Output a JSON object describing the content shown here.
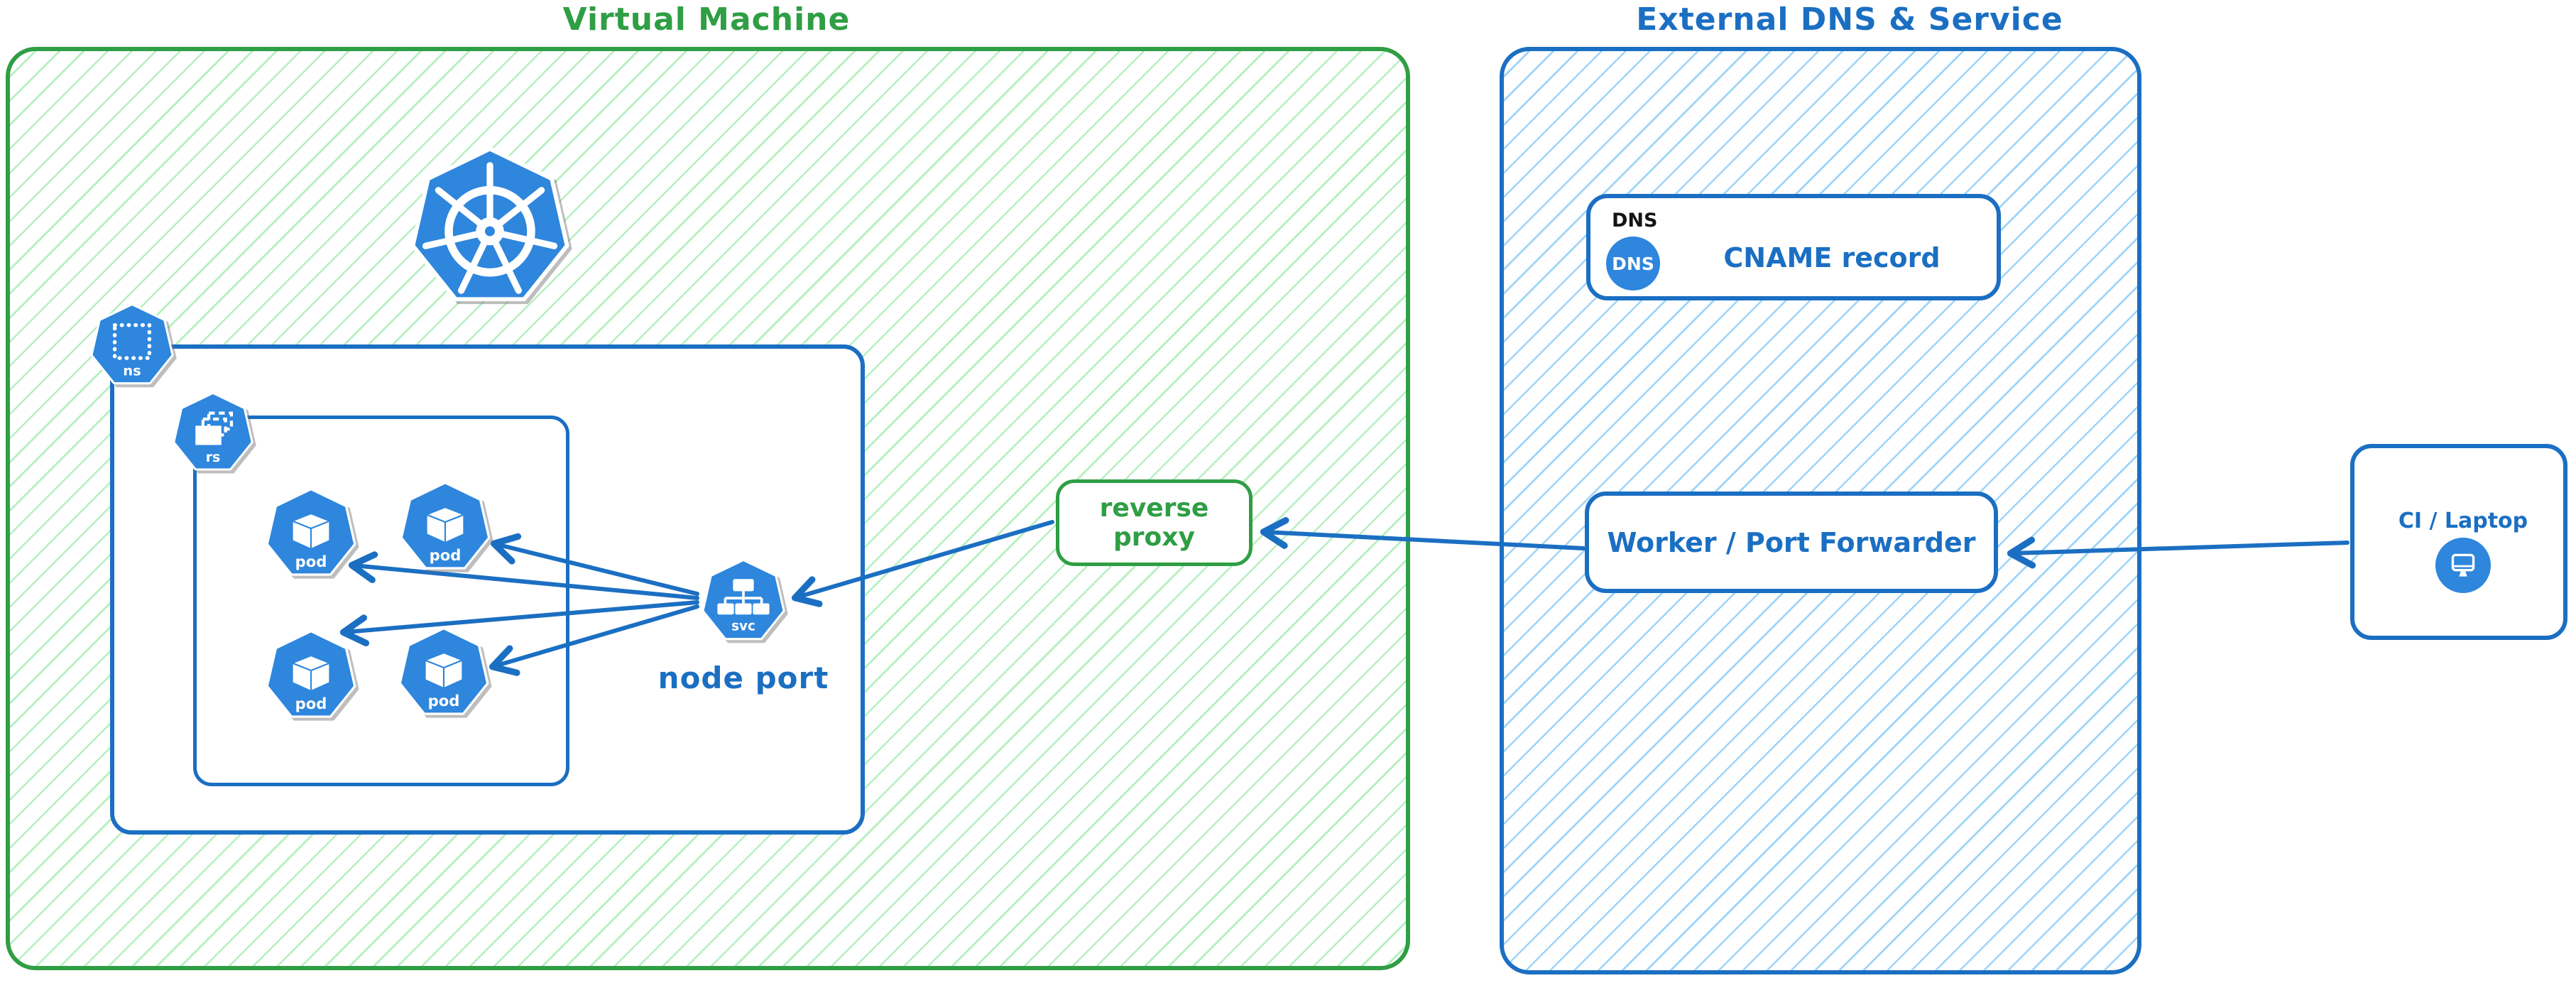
{
  "colors": {
    "green": "#2f9e44",
    "blue": "#1b6fc2",
    "icon_blue": "#2e86dd",
    "green_hatch": "#8de79d",
    "blue_hatch": "#86caf8"
  },
  "vm_container": {
    "title": "Virtual Machine"
  },
  "external_container": {
    "title": "External DNS & Service"
  },
  "kubernetes": {
    "namespace_icon_label": "ns",
    "replicaset_icon_label": "rs",
    "service_icon_label": "svc",
    "service_caption": "node port",
    "pods": [
      {
        "label": "pod"
      },
      {
        "label": "pod"
      },
      {
        "label": "pod"
      },
      {
        "label": "pod"
      }
    ]
  },
  "reverse_proxy": {
    "label": "reverse proxy"
  },
  "dns": {
    "tag": "DNS",
    "badge": "DNS",
    "record": "CNAME record"
  },
  "worker": {
    "label": "Worker / Port Forwarder"
  },
  "ci": {
    "label": "CI / Laptop"
  }
}
